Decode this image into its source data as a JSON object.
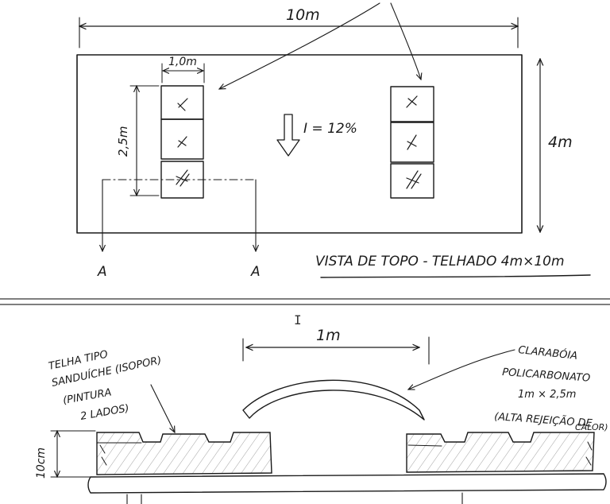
{
  "top_view": {
    "width_label": "10m",
    "height_label": "4m",
    "panel_width_label": "1,0m",
    "panel_length_label": "2,5m",
    "slope_label": "I = 12%",
    "section_mark_left": "A",
    "section_mark_right": "A",
    "caption": "VISTA DE TOPO - TELHADO 4m×10m"
  },
  "section": {
    "span_label": "1m",
    "thickness_label": "10cm",
    "tile_note": [
      "TELHA TIPO",
      "SANDUÍCHE (ISOPOR)",
      "(PINTURA",
      "2 LADOS)"
    ],
    "skylight_note": [
      "CLARABÓIA",
      "POLICARBONATO",
      "1m × 2,5m",
      "(ALTA REJEIÇÃO DE",
      "CALOR)"
    ]
  },
  "cursor": "I"
}
